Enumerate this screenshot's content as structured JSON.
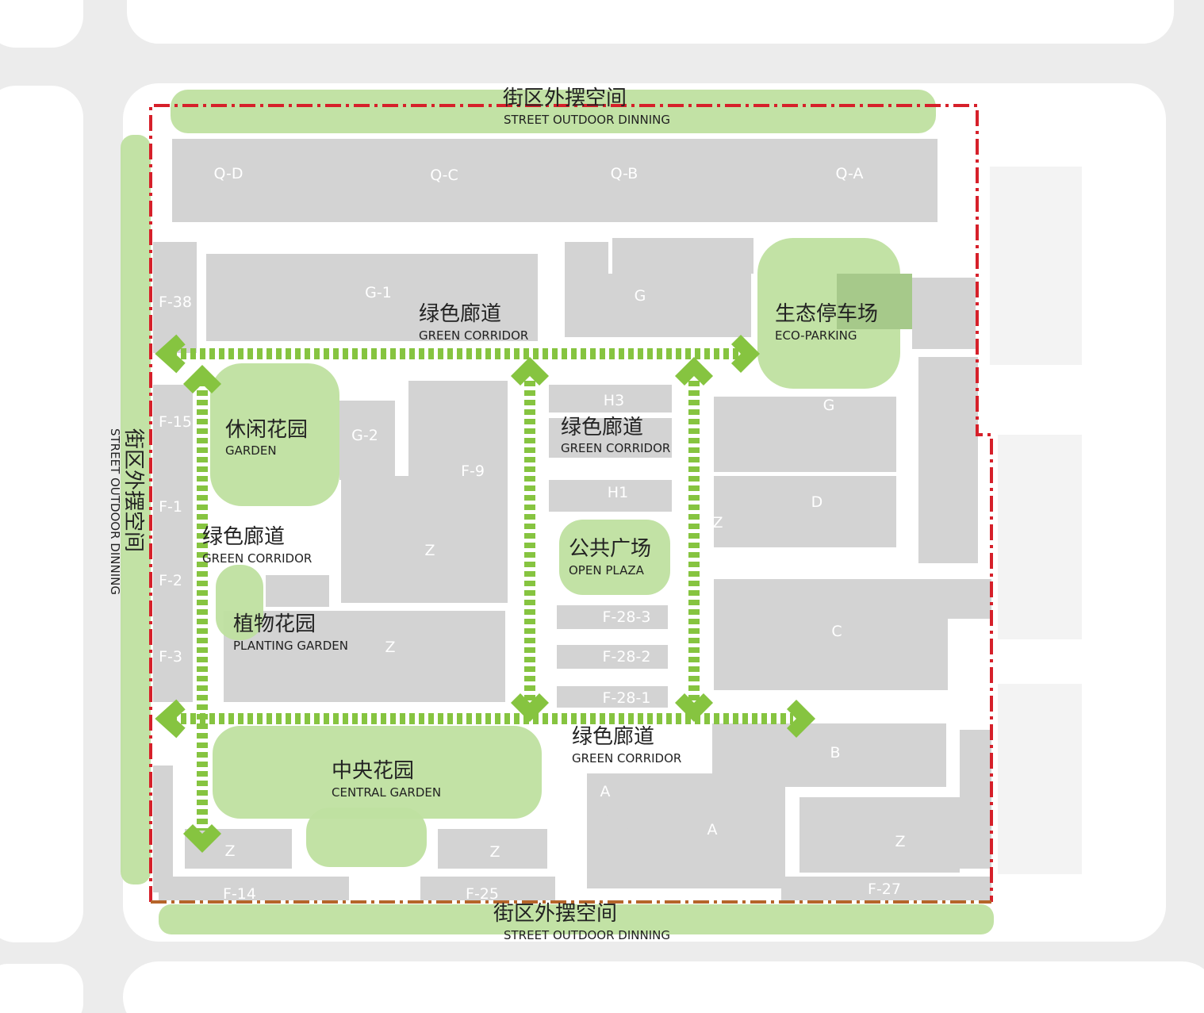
{
  "colors": {
    "building": "#d3d3d3",
    "green_zone": "#bfe0a0",
    "corridor": "#86c440",
    "boundary": "#d6202a",
    "boundary_south": "#b5652a"
  },
  "street_north": {
    "cn": "街区外摆空间",
    "en": "STREET OUTDOOR DINNING"
  },
  "street_west": {
    "cn": "街区外摆空间",
    "en": "STREET OUTDOOR DINNING"
  },
  "street_south": {
    "cn": "街区外摆空间",
    "en": "STREET OUTDOOR DINNING"
  },
  "corridor_north": {
    "cn": "绿色廊道",
    "en": "GREEN CORRIDOR"
  },
  "corridor_middle": {
    "cn": "绿色廊道",
    "en": "GREEN CORRIDOR"
  },
  "corridor_west": {
    "cn": "绿色廊道",
    "en": "GREEN CORRIDOR"
  },
  "corridor_south": {
    "cn": "绿色廊道",
    "en": "GREEN CORRIDOR"
  },
  "garden": {
    "cn": "休闲花园",
    "en": "GARDEN"
  },
  "eco_parking": {
    "cn": "生态停车场",
    "en": "ECO-PARKING"
  },
  "open_plaza": {
    "cn": "公共广场",
    "en": "OPEN PLAZA"
  },
  "planting_garden": {
    "cn": "植物花园",
    "en": "PLANTING GARDEN"
  },
  "central_garden": {
    "cn": "中央花园",
    "en": "CENTRAL GARDEN"
  },
  "buildings": {
    "qd": "Q-D",
    "qc": "Q-C",
    "qb": "Q-B",
    "qa": "Q-A",
    "f38": "F-38",
    "g1": "G-1",
    "g_top": "G",
    "f15": "F-15",
    "f1": "F-1",
    "f2": "F-2",
    "f3": "F-3",
    "g2": "G-2",
    "f9": "F-9",
    "z_mid": "Z",
    "z_low": "Z",
    "h3": "H3",
    "h1": "H1",
    "f283": "F-28-3",
    "f282": "F-28-2",
    "f281": "F-28-1",
    "g_right": "G",
    "d": "D",
    "z_d": "Z",
    "c": "C",
    "b": "B",
    "a1": "A",
    "a2": "A",
    "z_right": "Z",
    "z_bl": "Z",
    "z_bc": "Z",
    "f14": "F-14",
    "f25": "F-25",
    "f27": "F-27"
  }
}
